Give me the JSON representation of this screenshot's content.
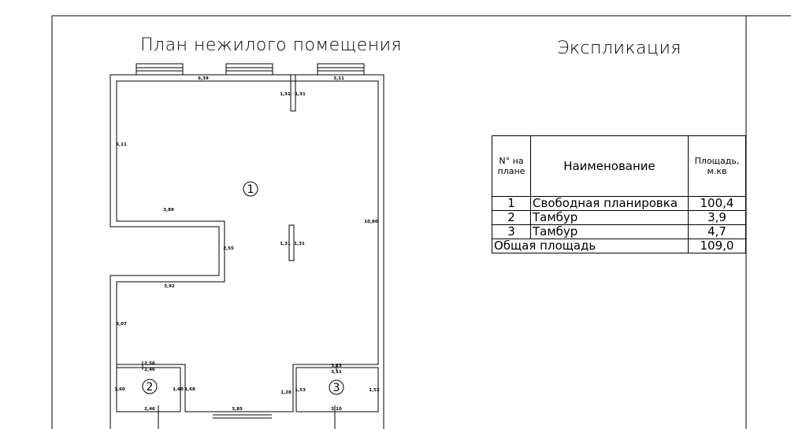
{
  "plan": {
    "title": "План нежилого помещения",
    "rooms": [
      {
        "number": "1"
      },
      {
        "number": "2"
      },
      {
        "number": "3"
      }
    ],
    "dimensions": {
      "top_left": "6,39",
      "top_right": "3,11",
      "stub_top_left": "1,31",
      "stub_top_right": "1,31",
      "left_upper": "5,11",
      "notch_top": "3,89",
      "notch_depth": "2,55",
      "notch_bottom": "3,92",
      "right_side": "10,80",
      "stub_mid_left": "1,31",
      "stub_mid_right": "1,31",
      "left_lower": "3,07",
      "room2_top_outer": "2,56",
      "room2_top_inner": "2,46",
      "room2_left": "1,60",
      "room2_right": "1,60",
      "room2_right_outer": "1,68",
      "room2_bottom": "2,46",
      "bottom_middle": "3,85",
      "corridor_right": "1,28",
      "room3_top_outer": "3,15",
      "room3_top_inner": "3,11",
      "room3_left": "1,53",
      "room3_right": "1,52",
      "room3_bottom": "3,10"
    }
  },
  "explication": {
    "title": "Экспликация",
    "headers": {
      "number": "N° на плане",
      "name": "Наименование",
      "area": "Площадь, м.кв"
    },
    "rows": [
      {
        "number": "1",
        "name": "Свободная планировка",
        "area": "100,4"
      },
      {
        "number": "2",
        "name": "Тамбур",
        "area": "3,9"
      },
      {
        "number": "3",
        "name": "Тамбур",
        "area": "4,7"
      }
    ],
    "total": {
      "label": "Общая площадь",
      "area": "109,0"
    }
  },
  "colors": {
    "line": "#000000",
    "background": "#ffffff"
  }
}
